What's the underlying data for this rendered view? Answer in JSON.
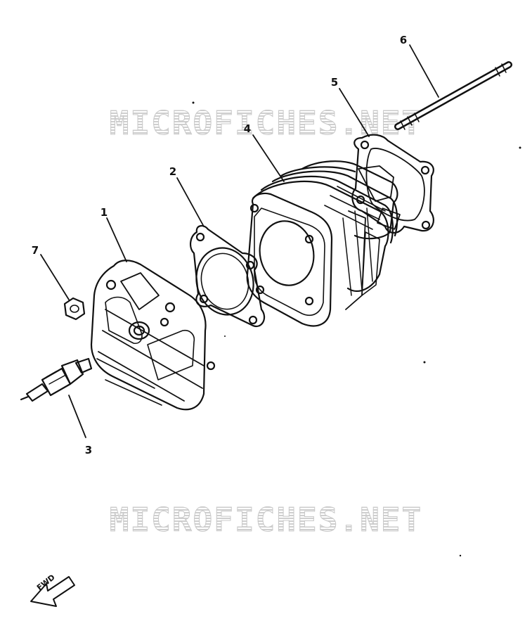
{
  "watermark": {
    "top_text": "MICROFICHES.NET",
    "bottom_text": "MICROFICHES.NET"
  },
  "callouts": {
    "c1": "1",
    "c2": "2",
    "c3": "3",
    "c4": "4",
    "c5": "5",
    "c6": "6",
    "c7": "7"
  },
  "fwd_arrow": {
    "label": "FWD"
  },
  "colors": {
    "ink": "#111111",
    "watermark": "#c9c9c9",
    "background": "#ffffff"
  }
}
